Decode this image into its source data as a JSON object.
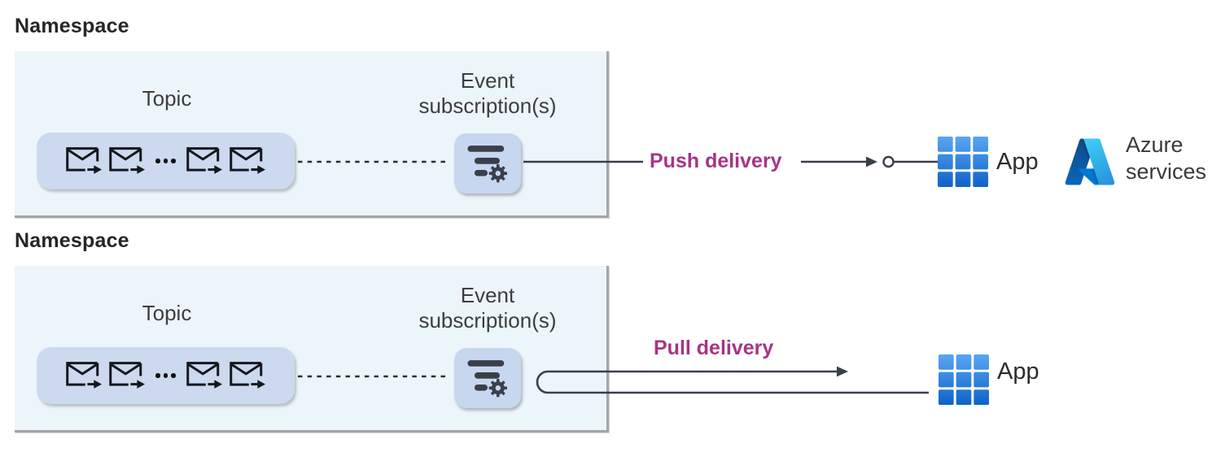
{
  "sections": [
    {
      "namespace_label": "Namespace",
      "topic_label": "Topic",
      "subscription_line1": "Event",
      "subscription_line2": "subscription(s)",
      "delivery_label": "Push delivery",
      "app_label": "App",
      "azure_services_label": "Azure services"
    },
    {
      "namespace_label": "Namespace",
      "topic_label": "Topic",
      "subscription_line1": "Event",
      "subscription_line2": "subscription(s)",
      "delivery_label": "Pull delivery",
      "app_label": "App"
    }
  ],
  "colors": {
    "delivery_accent": "#a73487",
    "connector": "#3a3f4a",
    "namespace_box_fill": "#ecf5fa",
    "topic_pill_fill": "#ccd9ef",
    "subscription_icon_fill": "#c7d7ef",
    "app_icon_blue_top": "#58a6f2",
    "app_icon_blue_bottom": "#0f63c8",
    "azure_blue_dark": "#114a8b",
    "azure_blue_light": "#3ccbf4"
  }
}
